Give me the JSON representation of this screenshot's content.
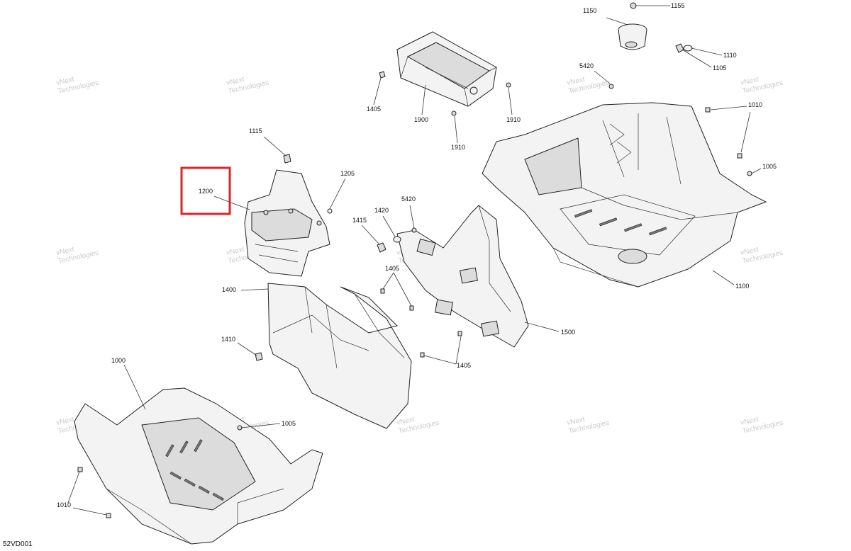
{
  "diagram_code": "52VD001",
  "watermark": {
    "line1": "vNext",
    "line2": "Technologies"
  },
  "highlight_color": "#d8262b",
  "highlighted_part": "1200",
  "callouts": {
    "c1155": "1155",
    "c1150": "1150",
    "c1110": "1110",
    "c1105": "1105",
    "c5420a": "5420",
    "c1010a": "1010",
    "c1005a": "1005",
    "c1405a": "1405",
    "c1900": "1900",
    "c1910a": "1910",
    "c1910b": "1910",
    "c1115": "1115",
    "c1205": "1205",
    "c1200": "1200",
    "c5420b": "5420",
    "c1420": "1420",
    "c1415": "1415",
    "c1405b": "1405",
    "c1400": "1400",
    "c1500": "1500",
    "c1100": "1100",
    "c1410": "1410",
    "c1405c": "1405",
    "c1000": "1000",
    "c1005b": "1005",
    "c1010b": "1010"
  }
}
